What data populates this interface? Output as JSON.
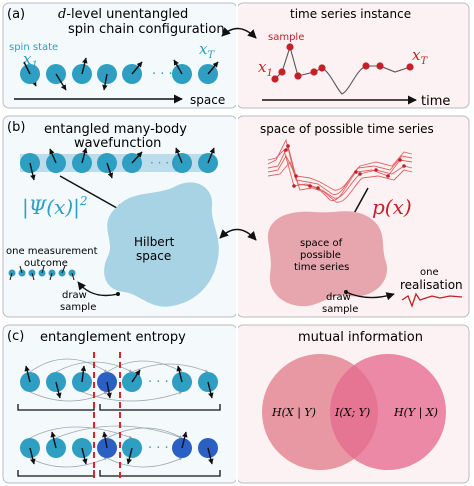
{
  "panel_a": {
    "letter": "(a)",
    "title_line1_math": "d",
    "title_line1_rest": "-level unentangled",
    "title_line2": "spin chain configuration",
    "spin_state_label": "spin state",
    "x1_label": "x",
    "x1_sub": "1",
    "xT_label": "x",
    "xT_sub": "T",
    "dots": "· · · ·",
    "space_label": "space",
    "ts_title": "time series instance",
    "sample_label": "sample",
    "ts_x1": "x",
    "ts_x1_sub": "1",
    "ts_xT": "x",
    "ts_xT_sub": "T",
    "time_label": "time"
  },
  "panel_b": {
    "letter": "(b)",
    "title_line1": "entangled many-body",
    "title_line2": "wavefunction",
    "psi_label": "|Ψ(x)|",
    "psi_sup": "2",
    "hilbert_line1": "Hilbert",
    "hilbert_line2": "space",
    "measure_line1": "one measurement",
    "measure_line2": "outcome",
    "draw_line1": "draw",
    "draw_line2": "sample",
    "ts_space_title": "space of possible time series",
    "px_label": "p(x)",
    "blob_line1": "space of",
    "blob_line2": "possible",
    "blob_line3": "time series",
    "realisation_line1": "one",
    "realisation_line2": "realisation",
    "draw2_line1": "draw",
    "draw2_line2": "sample"
  },
  "panel_c": {
    "letter": "(c)",
    "ee_title": "entanglement entropy",
    "mi_title": "mutual information",
    "h_x_given_y": "H(X | Y)",
    "i_xy": "I(X; Y)",
    "h_y_given_x": "H(Y | X)",
    "dots": "· · ·"
  },
  "colors": {
    "spin_teal": "#2e9ec2",
    "spin_dark": "#2a5fc4",
    "series_red": "#c4202a",
    "blob_blue": "#a7d3e4",
    "blob_red": "#e7a5ad",
    "venn_left": "#e27f8a",
    "venn_right": "#e56b90",
    "panel_right_bg": "#fcf2f3",
    "panel_left_bg": "#f4f9fc",
    "dashed_cut": "#e0202a"
  }
}
